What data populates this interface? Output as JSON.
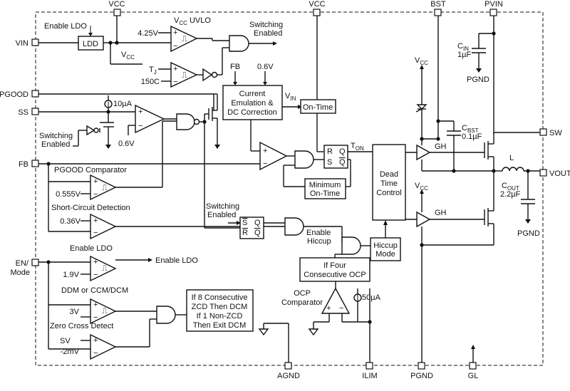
{
  "pins": {
    "vin": "VIN",
    "pgood": "PGOOD",
    "ss": "SS",
    "fb": "FB",
    "en_mode": [
      "EN/",
      "Mode"
    ],
    "vcc_top1": "VCC",
    "vcc_top2": "VCC",
    "bst": "BST",
    "pvin": "PVIN",
    "sw": "SW",
    "vout": "VOUT",
    "agnd": "AGND",
    "ilim": "ILIM",
    "pgnd": "PGND",
    "gl": "GL"
  },
  "blocks": {
    "ldo": "LDD",
    "current_emulation": [
      "Current",
      "Emulation &",
      "DC Correction"
    ],
    "on_time": "On-Time",
    "min_on_time": [
      "Minimum",
      "On-Time"
    ],
    "dead_time": [
      "Dead",
      "Time",
      "Control"
    ],
    "hiccup_mode": [
      "Hiccup",
      "Mode"
    ],
    "four_ocp": [
      "If Four",
      "Consecutive OCP"
    ],
    "zcd_logic": [
      "If 8 Consecutive",
      "ZCD Then DCM",
      "If 1 Non-ZCD",
      "Then Exit DCM"
    ]
  },
  "labels": {
    "enable_ldo_in": "Enable LDO",
    "vcc_uvlo_v": "V",
    "vcc_uvlo_sub": "CC",
    "vcc_uvlo_suffix": " UVLO",
    "uvlo_thresh": "4.25V",
    "ldo_out_v": "V",
    "ldo_out_sub": "CC",
    "tj_t": "T",
    "tj_sub": "J",
    "tj_thresh": "150C",
    "switching_enabled_out": [
      "Switching",
      "Enabled"
    ],
    "fb_ce": "FB",
    "v06_ce": "0.6V",
    "vin_ot_v": "V",
    "vin_ot_sub": "IN",
    "ss_current": "10µA",
    "ss_ref": "0.6V",
    "switching_enabled_ss": [
      "Switching",
      "Enabled"
    ],
    "ton_t": "T",
    "ton_sub": "ON",
    "ff_r": "R",
    "ff_s": "S",
    "ff_q": "Q",
    "ff_qb": "Q",
    "ff2_s": "S",
    "ff2_r": "R",
    "ff2_q": "Q",
    "ff2_qb": "Q",
    "pgood_comp": "PGOOD Comparator",
    "pgood_thresh": "0.555V",
    "short_circuit": "Short-Circuit Detection",
    "sc_thresh": "0.36V",
    "switching_enabled_ff": [
      "Switching",
      "Enabled"
    ],
    "enable_hiccup": [
      "Enable",
      "Hiccup"
    ],
    "enable_ldo_label": "Enable LDO",
    "enable_ldo_out": "Enable LDO",
    "en_thresh": "1.9V",
    "ddm_ccm": "DDM or CCM/DCM",
    "ccm_thresh": "3V",
    "zero_cross": "Zero Cross Detect",
    "zc_sv": "SV",
    "zc_thresh": "-2mV",
    "ocp_comp": [
      "OCP",
      "Comparator"
    ],
    "ocp_current": "50µA",
    "vcc_bst_v": "V",
    "vcc_bst_sub": "CC",
    "vcc_low_v": "V",
    "vcc_low_sub": "CC",
    "gh_high": "GH",
    "gh_low": "GH",
    "cin_c": "C",
    "cin_sub": "IN",
    "cin_val": "1µF",
    "pgnd_cin": "PGND",
    "cbst_c": "C",
    "cbst_sub": "BST",
    "cbst_val": "0.1µF",
    "inductor": "L",
    "cout_c": "C",
    "cout_sub": "OUT",
    "cout_val": "2.2µF",
    "pgnd_cout": "PGND",
    "schmitt": "⎍",
    "plus": "+",
    "minus": "−"
  }
}
